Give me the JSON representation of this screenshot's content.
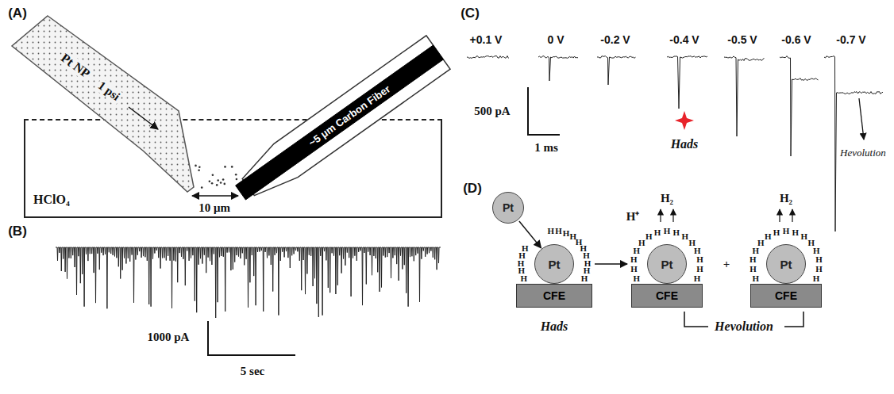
{
  "diagram": {
    "nodes": [
      {
        "text": [
          "HClO₄"
        ]
      },
      {
        "text": [
          "Pt NP",
          "1 psi"
        ]
      },
      {
        "text": [
          "~5 μm Carbon Fiber"
        ]
      },
      {
        "text": [
          "Pt"
        ]
      },
      {
        "text": [
          "Pt"
        ]
      },
      {
        "text": [
          "CFE"
        ]
      },
      {
        "text": [
          "Pt"
        ]
      },
      {
        "text": [
          "CFE"
        ]
      },
      {
        "text": [
          "Pt"
        ]
      },
      {
        "text": [
          "CFE"
        ]
      }
    ],
    "edges": [
      {
        "from": 3,
        "to": 4,
        "arrow": "to"
      }
    ],
    "labels": [
      "(A)",
      "10 μm",
      "(B)",
      "1000 pA",
      "5 sec",
      "(C)",
      "+0.1 V",
      "0 V",
      "-0.2 V",
      "-0.4 V",
      "-0.5 V",
      "-0.6 V",
      "-0.7 V",
      "500 pA",
      "1 ms",
      "Hads",
      "Hevolution",
      "(D)",
      "Hads",
      "H₂",
      "H⁺",
      "+",
      "H₂",
      "Hevolution",
      "H",
      "H",
      "H",
      "H",
      "H",
      "H",
      "H",
      "H",
      "H",
      "H",
      "H",
      "H",
      "H",
      "H",
      "H",
      "H",
      "H",
      "H",
      "H",
      "H",
      "H",
      "H",
      "H",
      "H",
      "H",
      "H",
      "H",
      "H",
      "H",
      "H",
      "H",
      "H",
      "H",
      "H",
      "H",
      "H",
      "H",
      "H",
      "H",
      "H",
      "H",
      "H",
      "H",
      "H",
      "H"
    ]
  }
}
